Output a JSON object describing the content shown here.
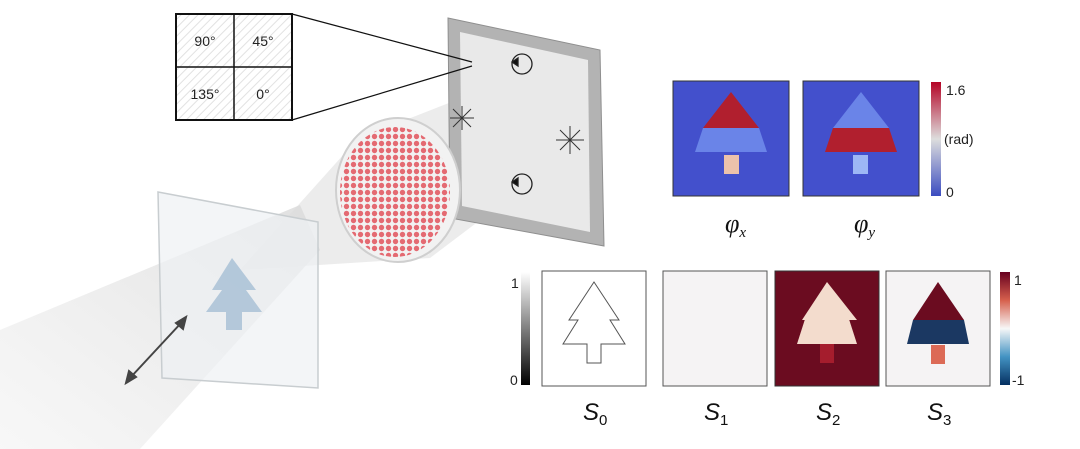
{
  "inset": {
    "cells": [
      "90°",
      "45°",
      "135°",
      "0°"
    ]
  },
  "phase_maps": {
    "labels": [
      {
        "sym": "φ",
        "sub": "x"
      },
      {
        "sym": "φ",
        "sub": "y"
      }
    ],
    "colorbar": {
      "max": "1.6",
      "unit": "(rad)",
      "min": "0"
    }
  },
  "stokes_maps": {
    "labels": [
      {
        "sym": "S",
        "sub": "0"
      },
      {
        "sym": "S",
        "sub": "1"
      },
      {
        "sym": "S",
        "sub": "2"
      },
      {
        "sym": "S",
        "sub": "3"
      }
    ],
    "gray_colorbar": {
      "max": "1",
      "min": "0"
    },
    "rb_colorbar": {
      "max": "1",
      "min": "-1"
    }
  },
  "colors": {
    "phase_bg": "#4350cc",
    "phase_red": "#b11f2e",
    "phase_light": "#6a84e8",
    "s2_bg": "#6b0c20",
    "s3_blue": "#1b3862"
  }
}
